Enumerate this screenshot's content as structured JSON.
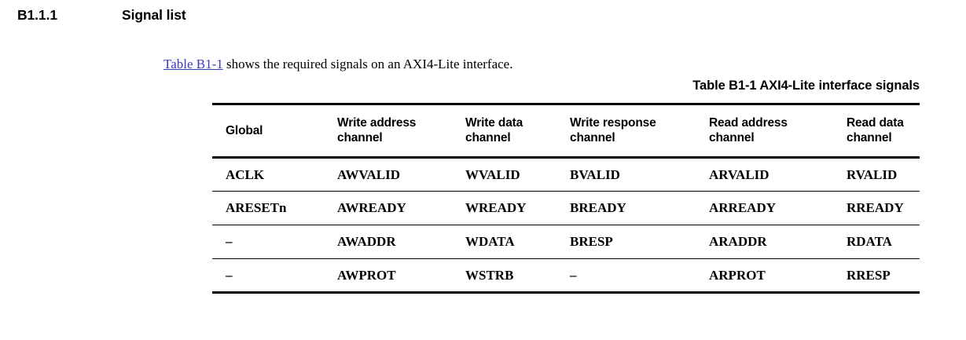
{
  "heading": {
    "number": "B1.1.1",
    "title": "Signal list"
  },
  "intro": {
    "xref": "Table B1-1",
    "rest": " shows the required signals on an AXI4-Lite interface.",
    "xref_color": "#3b3bc4"
  },
  "caption": "Table B1-1 AXI4-Lite interface signals",
  "table": {
    "headers": [
      {
        "line1": "Global",
        "line2": ""
      },
      {
        "line1": "Write address",
        "line2": "channel"
      },
      {
        "line1": "Write data",
        "line2": "channel"
      },
      {
        "line1": "Write response",
        "line2": "channel"
      },
      {
        "line1": "Read address",
        "line2": "channel"
      },
      {
        "line1": "Read data",
        "line2": "channel"
      }
    ],
    "rows": [
      [
        "ACLK",
        "AWVALID",
        "WVALID",
        "BVALID",
        "ARVALID",
        "RVALID"
      ],
      [
        "ARESETn",
        "AWREADY",
        "WREADY",
        "BREADY",
        "ARREADY",
        "RREADY"
      ],
      [
        "–",
        "AWADDR",
        "WDATA",
        "BRESP",
        "ARADDR",
        "RDATA"
      ],
      [
        "–",
        "AWPROT",
        "WSTRB",
        "–",
        "ARPROT",
        "RRESP"
      ]
    ]
  }
}
